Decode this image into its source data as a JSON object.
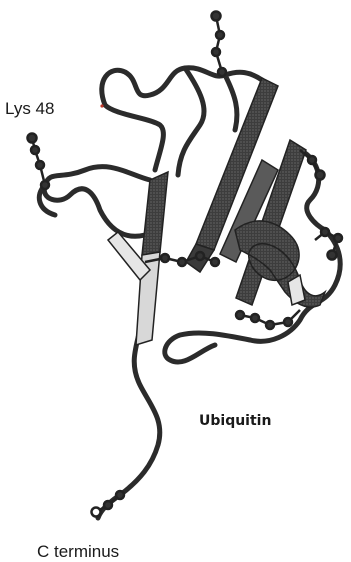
{
  "labels": {
    "lys48": "Lys 48",
    "protein": "Ubiquitin",
    "c_terminus": "C terminus"
  },
  "colors": {
    "backbone": "#2b2b2b",
    "strand_fill": "#4a4a4a",
    "strand_light": "#d8d8d8",
    "atom": "#333333"
  }
}
